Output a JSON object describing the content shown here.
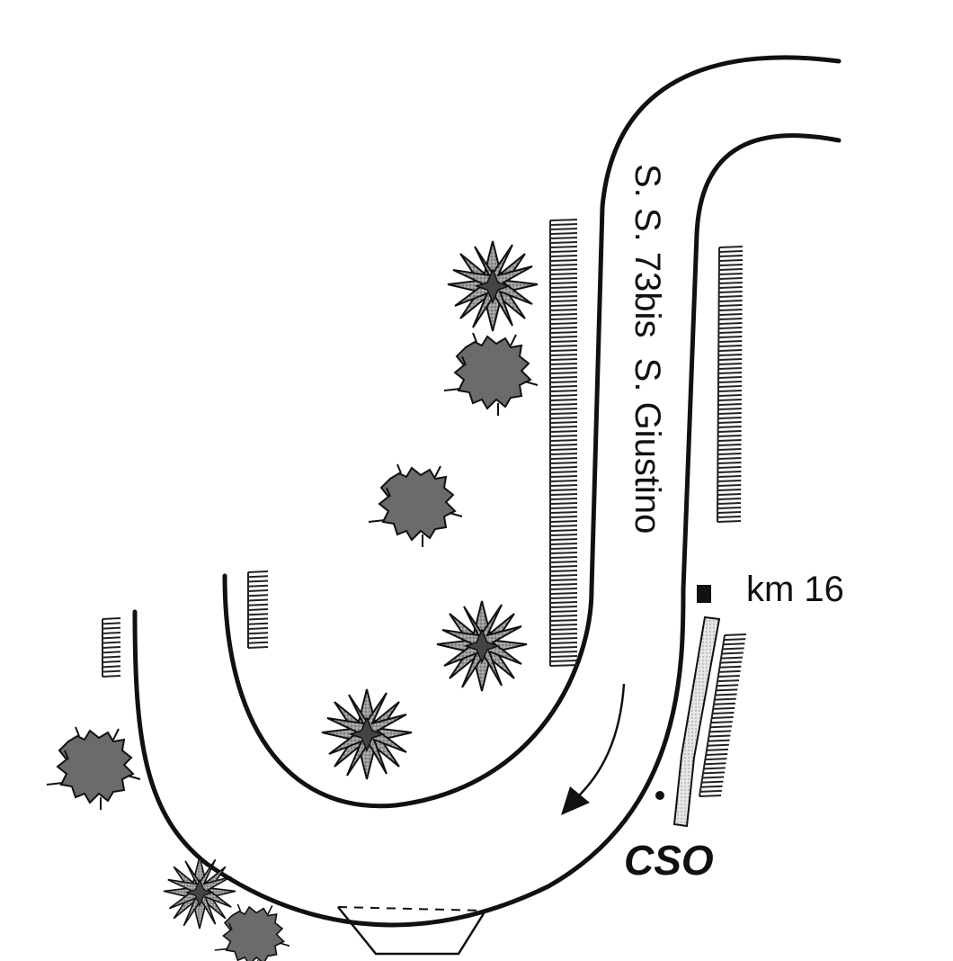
{
  "map": {
    "road_label": "S. S. 73bis  S. Giustino",
    "km_marker_label": "km 16",
    "station_label": "CSO",
    "icons": [
      "tree-icon",
      "bush-icon",
      "km-marker-icon",
      "direction-arrow-icon",
      "station-point-icon",
      "guardrail-icon"
    ]
  }
}
